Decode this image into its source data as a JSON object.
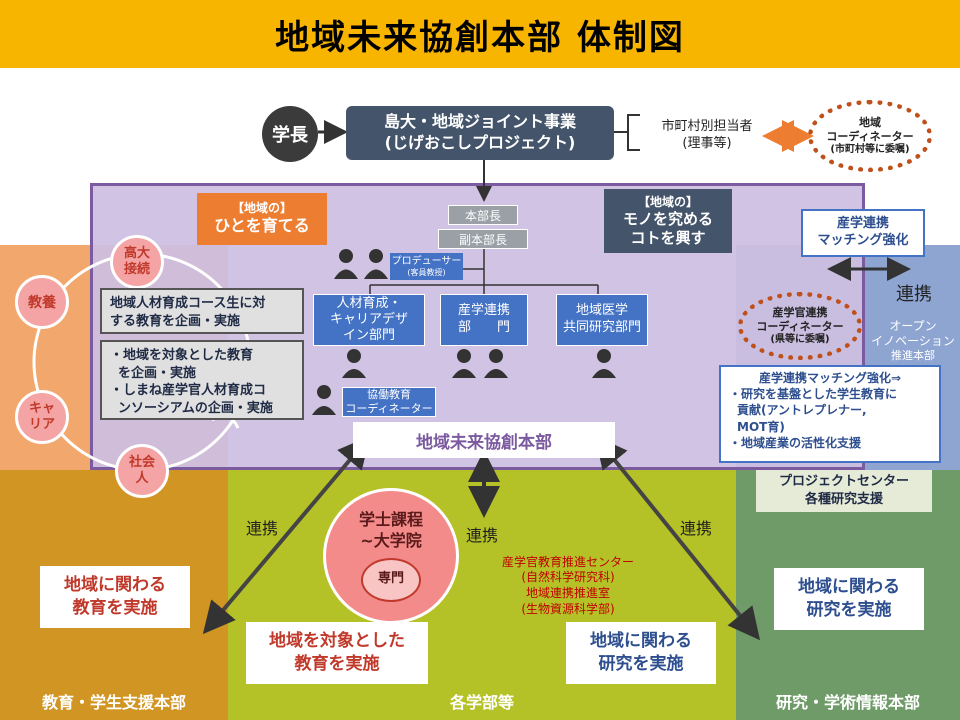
{
  "title": "地域未来協創本部 体制図",
  "president": "学長",
  "joint_project": {
    "line1": "島大・地域ジョイント事業",
    "line2": "(じげおこしプロジェクト)"
  },
  "municipal": {
    "line1": "市町村別担当者",
    "line2": "(理事等)"
  },
  "regional_coordinator": {
    "line1": "地域",
    "line2": "コーディネーター",
    "line3": "(市町村等に委嘱)"
  },
  "people_box": {
    "line1": "【地域の】",
    "line2": "ひとを育てる"
  },
  "things_box": {
    "line1": "【地域の】",
    "line2": "モノを究める",
    "line3": "コトを興す"
  },
  "director": "本部長",
  "vice_director": "副本部長",
  "producer": {
    "line1": "プロデューサー",
    "line2": "(客員教授)"
  },
  "departments": [
    {
      "line1": "人材育成・",
      "line2": "キャリアデザ",
      "line3": "イン部門"
    },
    {
      "line1": "産学連携",
      "line2": "部　　門"
    },
    {
      "line1": "地域医学",
      "line2": "共同研究部門"
    }
  ],
  "collab_coordinator": {
    "line1": "協働教育",
    "line2": "コーディネーター"
  },
  "headquarters_label": "地域未来協創本部",
  "left_circle": {
    "top": [
      "高大",
      "接続"
    ],
    "left": "教養",
    "career": [
      "キャ",
      "リア"
    ],
    "bottom": [
      "社会",
      "人"
    ]
  },
  "left_card1": {
    "line1": "地域人材育成コース生に対",
    "line2": "する教育を企画・実施"
  },
  "left_card2": {
    "line1": "・地域を対象とした教育",
    "line2": "を企画・実施",
    "line3": "・しまね産学官人材育成コ",
    "line4": "ンソーシアムの企画・実施"
  },
  "matching": {
    "line1": "産学連携",
    "line2": "マッチング強化"
  },
  "link_right": "連携",
  "industry_coordinator": {
    "line1": "産学官連携",
    "line2": "コーディネーター",
    "line3": "(県等に委嘱)"
  },
  "open_innovation": {
    "line1": "オープン",
    "line2": "イノベーション",
    "line3": "推進本部"
  },
  "right_card": {
    "line1": "産学連携マッチング強化⇒",
    "line2": "・研究を基盤とした学生教育に",
    "line3": "貢献(アントレプレナー,",
    "line4": "MOT育)",
    "line5": "・地域産業の活性化支援"
  },
  "project_center": {
    "line1": "プロジェクトセンター",
    "line2": "各種研究支援"
  },
  "link_left": "連携",
  "link_mid": "連携",
  "link_rightbottom": "連携",
  "degree_circle": {
    "line1": "学士課程",
    "line2": "~大学院",
    "specialty": "専門"
  },
  "center_text": {
    "line1": "産学官教育推進センター",
    "line2": "(自然科学研究科)",
    "line3": "地域連携推進室",
    "line4": "(生物資源科学部)"
  },
  "box_left": {
    "line1": "地域に関わる",
    "line2": "教育を実施"
  },
  "box_mid": {
    "line1": "地域を対象とした",
    "line2": "教育を実施"
  },
  "box_mid_right": {
    "line1": "地域に関わる",
    "line2": "研究を実施"
  },
  "box_right": {
    "line1": "地域に関わる",
    "line2": "研究を実施"
  },
  "footer_left": "教育・学生支援本部",
  "footer_mid": "各学部等",
  "footer_right": "研究・学術情報本部",
  "colors": {
    "title_bg": "#f7b500",
    "purple": "#7b5aa0",
    "orange": "#ed7d31",
    "slate": "#44546a",
    "red_text": "#c00000",
    "blue": "#4472c4"
  }
}
